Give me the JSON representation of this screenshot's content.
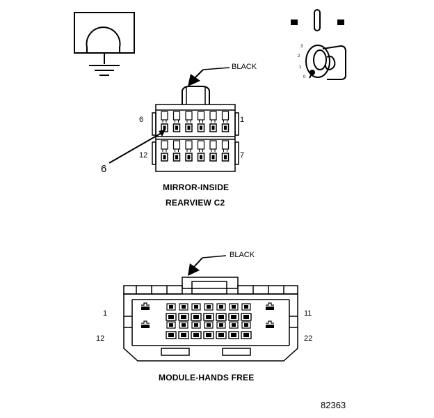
{
  "connector_c2": {
    "color_label": "BLACK",
    "pin_labels": {
      "top_left": "6",
      "top_right": "1",
      "bottom_left": "12",
      "bottom_right": "7"
    },
    "callout_pin": "6",
    "caption_line1": "MIRROR-INSIDE",
    "caption_line2": "REARVIEW C2"
  },
  "connector_hf": {
    "color_label": "BLACK",
    "pin_labels": {
      "top_left": "1",
      "top_right": "11",
      "bottom_left": "12",
      "bottom_right": "22"
    },
    "caption": "MODULE-HANDS FREE"
  },
  "ignition_key": {
    "positions": [
      "3",
      "2",
      "1",
      "0"
    ]
  },
  "figure_number": "82363",
  "icons": [
    "ground-symbol-icon",
    "ignition-switch-icon",
    "ignition-key-icon",
    "arrow-icon"
  ]
}
